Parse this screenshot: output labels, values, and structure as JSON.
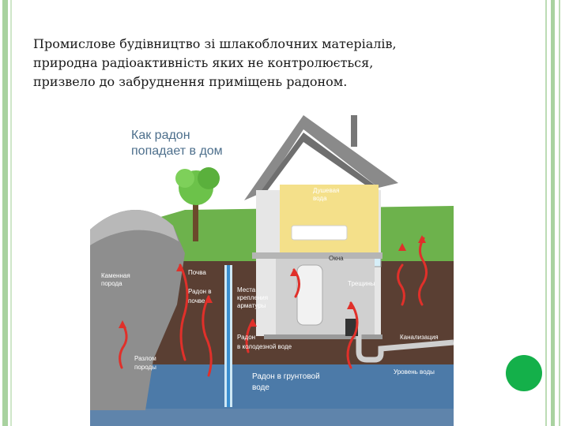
{
  "slide": {
    "text_lines": [
      "Промислове будівництво зі шлакоблочних матеріалів,",
      "природна радіоактивність яких не контролюється,",
      "призвело до забруднення приміщень радоном."
    ]
  },
  "diagram": {
    "title_line1": "Как радон",
    "title_line2": "попадает в дом",
    "labels": {
      "shower_1": "Душевая",
      "shower_2": "вода",
      "windows": "Окна",
      "soil": "Почва",
      "rock_1": "Каменная",
      "rock_2": "порода",
      "radon_soil_1": "Радон в",
      "radon_soil_2": "почве",
      "mount_1": "Места",
      "mount_2": "крепления",
      "mount_3": "арматуры",
      "cracks": "Трещины",
      "well_1": "Радон",
      "well_2": "в колодезной воде",
      "sewer": "Канализация",
      "fault_1": "Разлом",
      "fault_2": "породы",
      "ground_1": "Радон в грунтовой",
      "ground_2": "воде",
      "water_level": "Уровень воды"
    }
  },
  "colors": {
    "accent_green": "#14b04a",
    "border_green": "#a9d2a0",
    "radon_red": "#e0302a",
    "title_blue": "#4d6f8c"
  }
}
